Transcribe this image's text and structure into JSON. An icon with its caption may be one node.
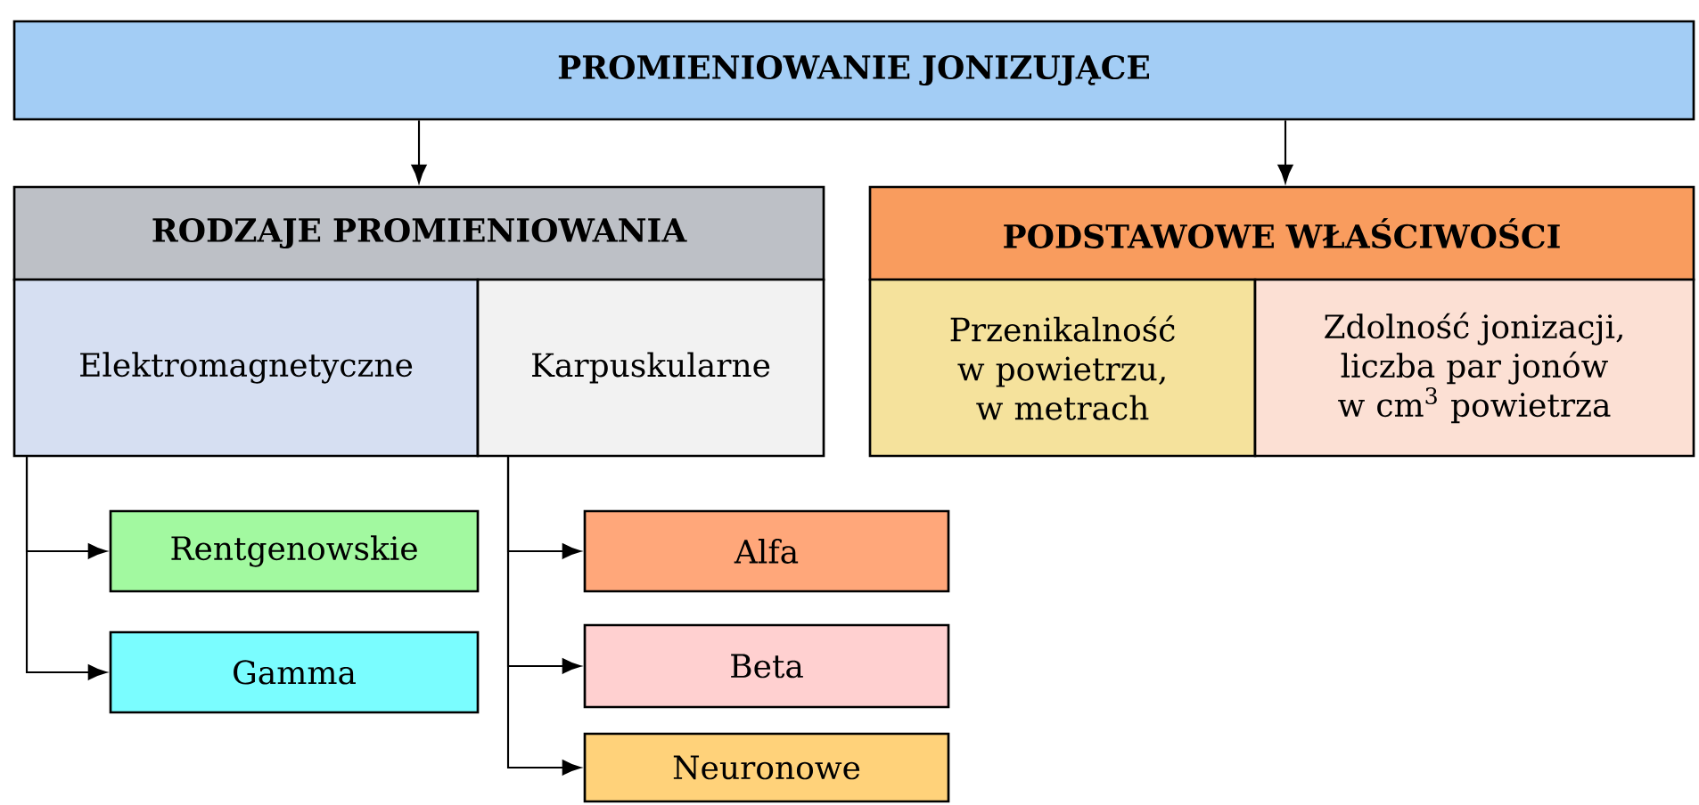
{
  "diagram": {
    "nodes": [
      {
        "text": [
          "PROMIENIOWANIE JONIZUJĄCE"
        ]
      },
      {
        "text": [
          "RODZAJE PROMIENIOWANIA"
        ]
      },
      {
        "text": [
          "Elektromagnetyczne"
        ]
      },
      {
        "text": [
          "Karpuskularne"
        ]
      },
      {
        "text": [
          "PODSTAWOWE WŁAŚCIWOŚCI"
        ]
      },
      {
        "text": [
          "Przenikalność w powietrzu, w metrach"
        ]
      },
      {
        "text": [
          "Zdolność jonizacji, liczba par jonów w cm$^{3}$ powietrza"
        ]
      },
      {
        "text": [
          "Rentgenowskie"
        ]
      },
      {
        "text": [
          "Alfa"
        ]
      },
      {
        "text": [
          "Gamma"
        ]
      },
      {
        "text": [
          "Beta"
        ]
      },
      {
        "text": [
          "Neuronowe"
        ]
      }
    ],
    "edges": [
      {
        "from": 0,
        "to": 1,
        "arrow": "to"
      },
      {
        "from": 0,
        "to": 4,
        "arrow": "to"
      },
      {
        "from": 2,
        "to": 7,
        "arrow": "to"
      },
      {
        "from": 2,
        "to": 9,
        "arrow": "to"
      },
      {
        "from": 3,
        "to": 8,
        "arrow": "to"
      },
      {
        "from": 3,
        "to": 10,
        "arrow": "to"
      },
      {
        "from": 3,
        "to": 11,
        "arrow": "to"
      }
    ]
  }
}
